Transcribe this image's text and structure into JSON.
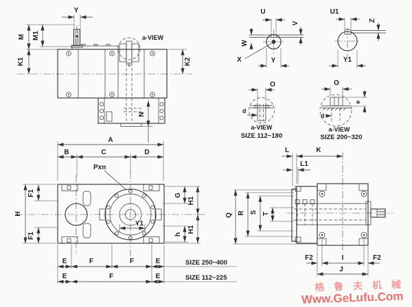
{
  "drawing_type": "gear-reducer dimensional outline drawing",
  "views": {
    "side": {
      "y": "Y",
      "m": "M",
      "m1": "M1",
      "k1": "K1",
      "k2": "K2",
      "n": "N",
      "a_view": "a-VIEW"
    },
    "shaft_small": {
      "u": "U",
      "v": "V",
      "w": "W",
      "x": "X",
      "y": "Y"
    },
    "shaft_large": {
      "u1": "U1",
      "z": "Z",
      "y1": "Y1"
    },
    "detail_small": {
      "o": "O",
      "d": "d",
      "caption": "a-VIEW",
      "size": "SIZE 112~180"
    },
    "detail_large": {
      "o": "O",
      "e": "e",
      "d": "d",
      "caption": "a-VIEW",
      "size": "SIZE 200~320"
    },
    "plan": {
      "a": "A",
      "b": "B",
      "c": "C",
      "d": "D",
      "pxn": "Pxn",
      "f1": "F1",
      "h_cap": "H",
      "g": "G",
      "h1": "H1",
      "h_low": "h",
      "y1": "Y1",
      "e": "E",
      "f": "F",
      "size_row1": "SIZE 250~400",
      "size_row2": "SIZE 112~225"
    },
    "side2": {
      "l": "L",
      "k": "K",
      "l1": "L1",
      "q": "Q",
      "r": "R",
      "s": "S",
      "t": "T",
      "f2": "F2",
      "i": "I",
      "j": "J"
    }
  },
  "watermark": {
    "brand": "格 鲁 夫 机 械",
    "url": "Www.GeLufu.Com"
  },
  "colors": {
    "housing_fill": "#d6d6d6",
    "line": "#2e2e2e",
    "watermark_red": "#ec6f6f"
  }
}
